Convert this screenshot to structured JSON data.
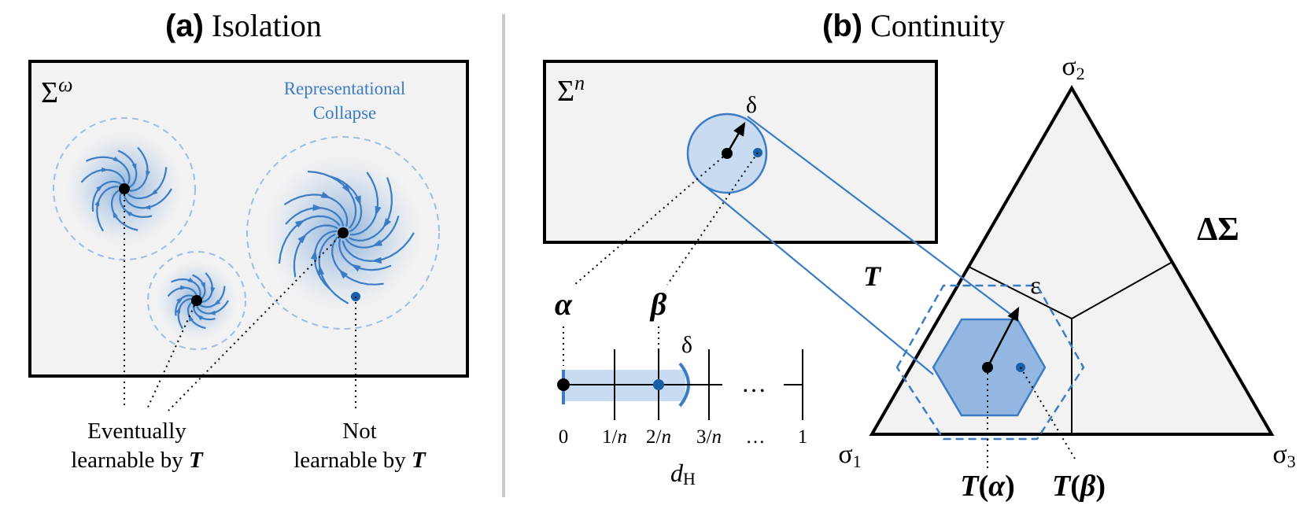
{
  "panel_a": {
    "label": "(a)",
    "title": "Isolation",
    "space_base": "Σ",
    "space_sup": "ω",
    "collapse_label_line1": "Representational",
    "collapse_label_line2": "Collapse",
    "eventually_line1": "Eventually",
    "eventually_line2a": "learnable by ",
    "T": "T",
    "not_line1": "Not",
    "not_line2a": "learnable by "
  },
  "panel_b": {
    "label": "(b)",
    "title": "Continuity",
    "space_base": "Σ",
    "space_sup": "n",
    "delta": "δ",
    "epsilon": "ε",
    "T": "T",
    "alpha": "α",
    "beta": "β",
    "delta_sigma": "ΔΣ",
    "sigma1": "σ",
    "sigma1_sub": "1",
    "sigma2": "σ",
    "sigma2_sub": "2",
    "sigma3": "σ",
    "sigma3_sub": "3",
    "T_alpha_T": "T",
    "T_alpha_open": "(",
    "T_alpha_close": ")",
    "ticks": [
      "0",
      "1/",
      "2/",
      "3/",
      "…",
      "1"
    ],
    "tick_n": "n",
    "ellipsis": "…",
    "dH_d": "d",
    "dH_sub": "H"
  },
  "colors": {
    "blue": "#3b7cc4",
    "light_blue": "#c8dbf0",
    "dark_blue": "#1a5fa8",
    "panel_fill": "#f2f2f2",
    "divider": "#c8c8c8"
  }
}
